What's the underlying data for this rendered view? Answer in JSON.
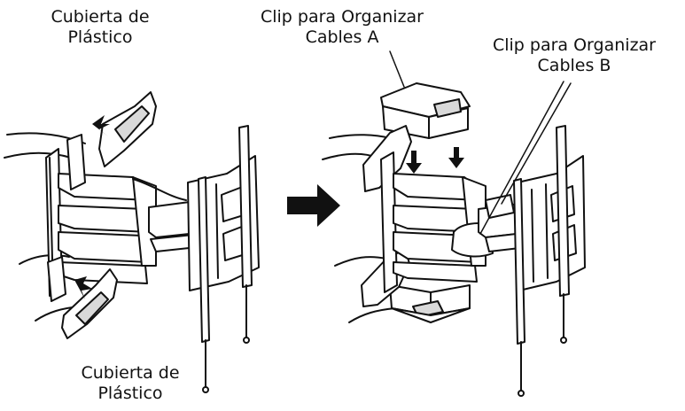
{
  "labels": {
    "top_left_cover": {
      "line1": "Cubierta de",
      "line2": "Plástico"
    },
    "bottom_left_cover": {
      "line1": "Cubierta de",
      "line2": "Plástico"
    },
    "clip_a": {
      "line1": "Clip para Organizar",
      "line2": "Cables A"
    },
    "clip_b": {
      "line1": "Clip para Organizar",
      "line2": "Cables B"
    }
  },
  "colors": {
    "ink": "#111111",
    "fill": "#ffffff",
    "shade": "#d9d9d9"
  }
}
